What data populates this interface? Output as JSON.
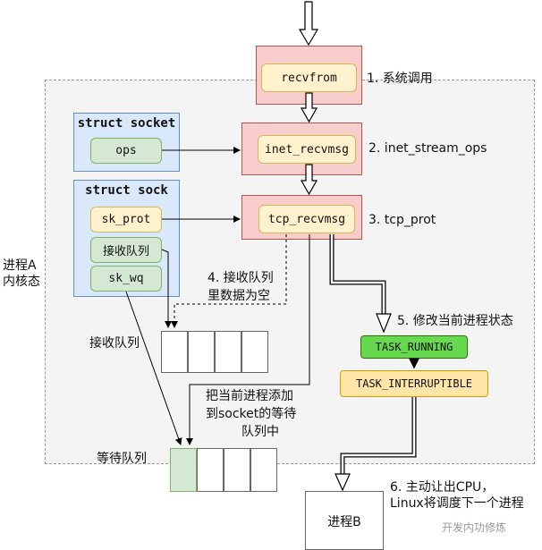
{
  "kernel_region": {
    "label_line1": "进程A",
    "label_line2": "内核态"
  },
  "functions": {
    "recvfrom": "recvfrom",
    "inet_recvmsg": "inet_recvmsg",
    "tcp_recvmsg": "tcp_recvmsg"
  },
  "steps": {
    "s1": "1. 系统调用",
    "s2": "2. inet_stream_ops",
    "s3": "3. tcp_prot",
    "s4_line1": "4. 接收队列",
    "s4_line2": "里数据为空",
    "s5": "5. 修改当前进程状态",
    "s6_line1": "6. 主动让出CPU，",
    "s6_line2": "Linux将调度下一个进程"
  },
  "struct_socket": {
    "title": "struct socket",
    "field": "ops"
  },
  "struct_sock": {
    "title": "struct sock",
    "fields": [
      "sk_prot",
      "接收队列",
      "sk_wq"
    ]
  },
  "receive_queue_label": "接收队列",
  "wait_queue_label": "等待队列",
  "add_to_wait_note": [
    "把当前进程添加",
    "到socket的等待",
    "队列中"
  ],
  "states": {
    "running": "TASK_RUNNING",
    "interruptible": "TASK_INTERRUPTIBLE"
  },
  "process_b": "进程B",
  "watermark": "开发内功修炼",
  "colors": {
    "red_fill": "#f8cecc",
    "blue_fill": "#dae8fc",
    "green_fill": "#d5e8d4",
    "orange_fill": "#fff2cc",
    "running_fill": "#66d94f",
    "interrupt_fill": "#ffe6a8"
  }
}
